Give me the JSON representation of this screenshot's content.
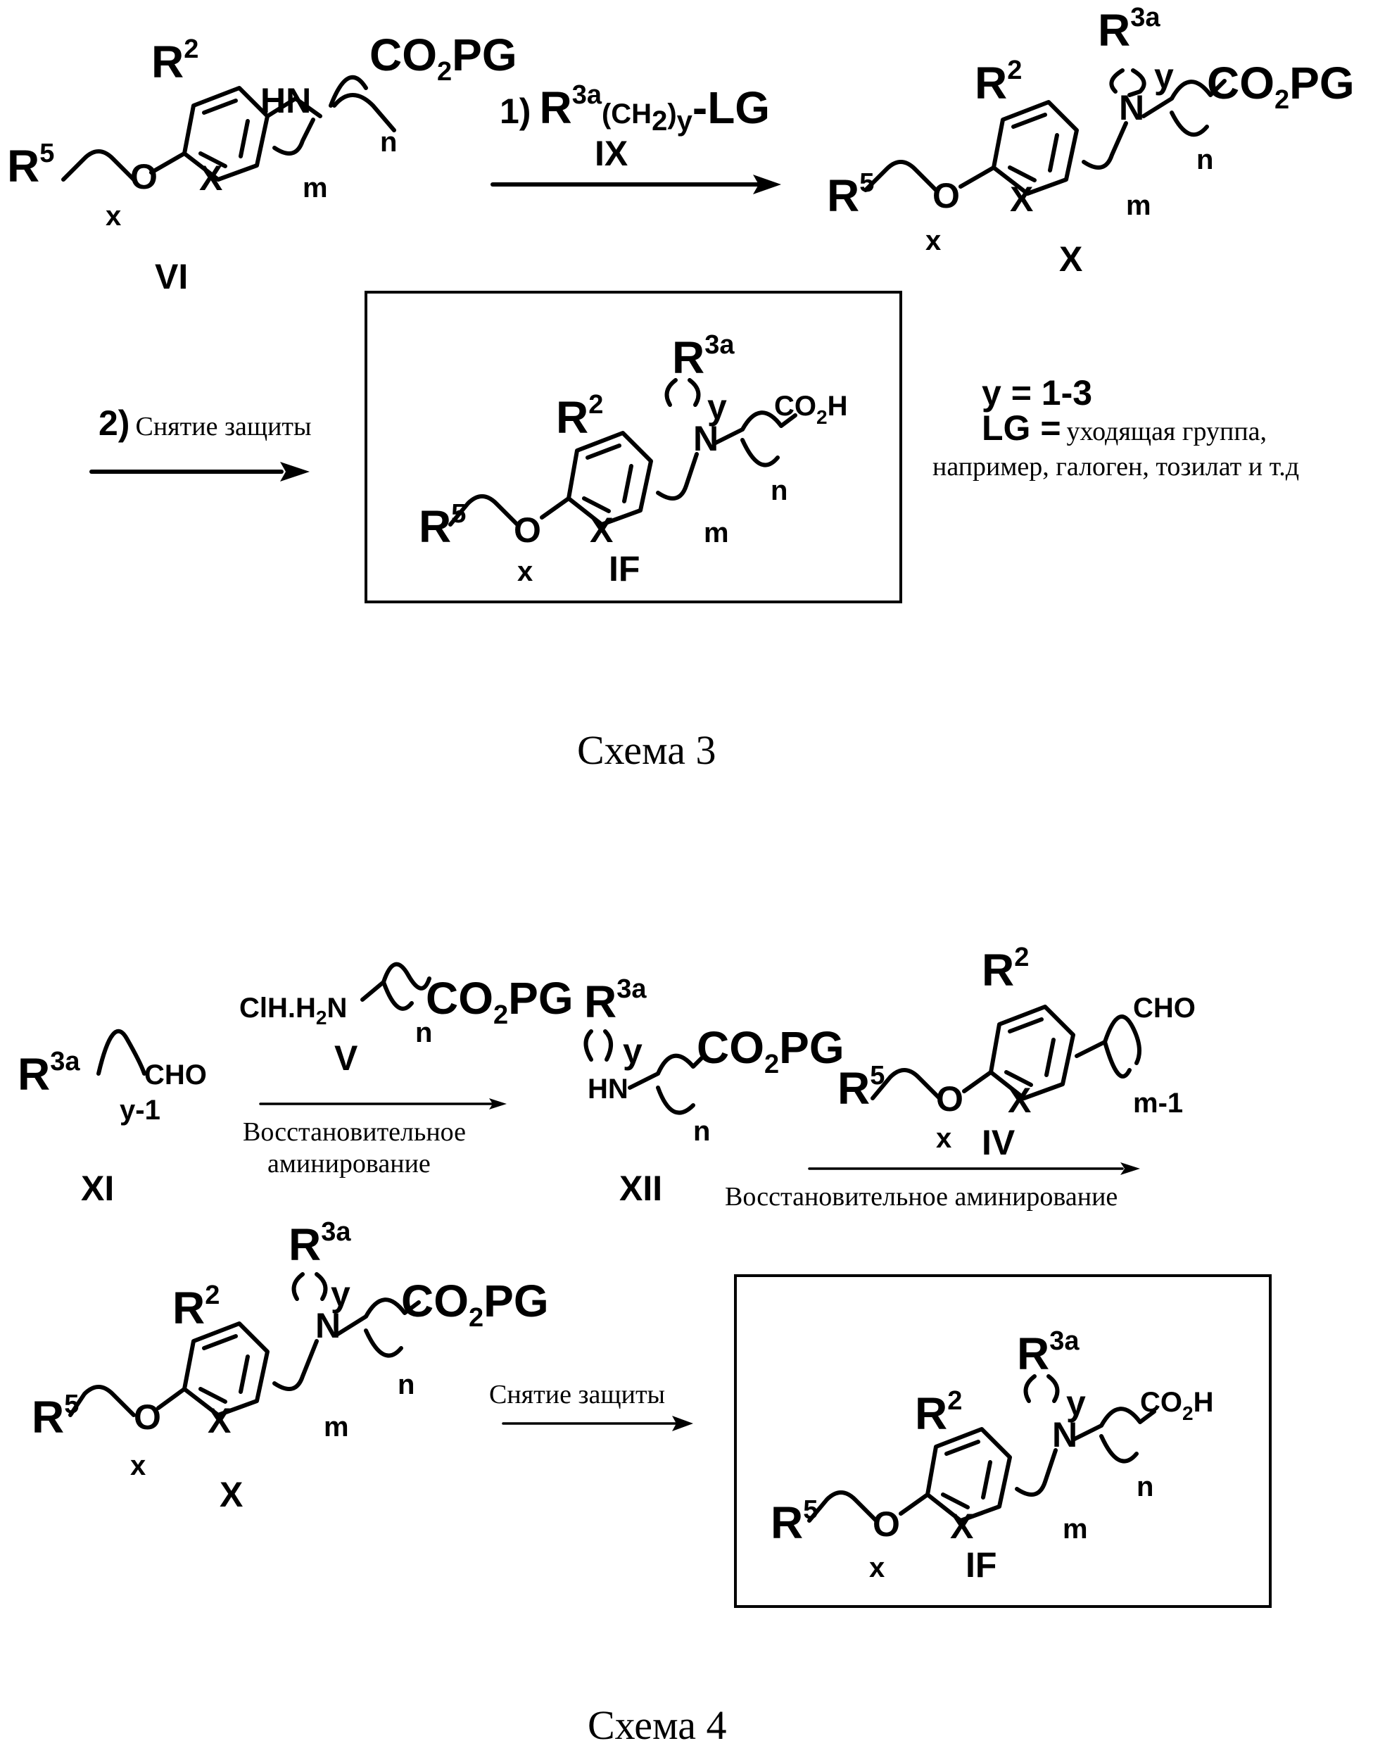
{
  "schemes": [
    {
      "caption": "Схема 3",
      "compounds": {
        "VI": {
          "id": "VI",
          "r5": "R",
          "r5_sup": "5",
          "r2": "R",
          "r2_sup": "2",
          "o": "O",
          "x_ring": "X",
          "x_idx": "x",
          "m_idx": "m",
          "n_idx": "n",
          "amine": "HN",
          "ester_a": "CO",
          "ester_sub": "2",
          "ester_b": "PG"
        },
        "X": {
          "id": "X",
          "r5": "R",
          "r5_sup": "5",
          "r2": "R",
          "r2_sup": "2",
          "r3a": "R",
          "r3a_sup": "3a",
          "o": "O",
          "x_ring": "X",
          "x_idx": "x",
          "m_idx": "m",
          "n_idx": "n",
          "y_idx": "y",
          "amine": "N",
          "ester_a": "CO",
          "ester_sub": "2",
          "ester_b": "PG"
        },
        "IF": {
          "id": "IF",
          "r5": "R",
          "r5_sup": "5",
          "r2": "R",
          "r2_sup": "2",
          "r3a": "R",
          "r3a_sup": "3a",
          "o": "O",
          "x_ring": "X",
          "x_idx": "x",
          "m_idx": "m",
          "n_idx": "n",
          "y_idx": "y",
          "amine": "N",
          "acid_a": "CO",
          "acid_sub": "2",
          "acid_b": "H"
        }
      },
      "step1": {
        "num": "1)",
        "reagent_a": "R",
        "reagent_sup": "3a",
        "reagent_b": "(CH",
        "reagent_sub": "2",
        "reagent_c": ")",
        "reagent_y": "y",
        "reagent_d": "-LG",
        "reagent_id": "IX"
      },
      "step2": {
        "num": "2)",
        "text": "Снятие защиты"
      },
      "notes": {
        "y_def": "y = 1-3",
        "lg_key": "LG =",
        "lg_text": "уходящая группа,",
        "lg_text2": "например, галоген, тозилат и т.д"
      }
    },
    {
      "caption": "Схема 4",
      "compounds": {
        "XI": {
          "id": "XI",
          "r3a": "R",
          "r3a_sup": "3a",
          "cho": "CHO",
          "y1": "y-1"
        },
        "V": {
          "id": "V",
          "salt": "ClH.H",
          "salt_sub": "2",
          "salt_n": "N",
          "ester_a": "CO",
          "ester_sub": "2",
          "ester_b": "PG",
          "n_idx": "n"
        },
        "XII": {
          "id": "XII",
          "r3a": "R",
          "r3a_sup": "3a",
          "y_idx": "y",
          "amine": "HN",
          "ester_a": "CO",
          "ester_sub": "2",
          "ester_b": "PG",
          "n_idx": "n"
        },
        "IV": {
          "id": "IV",
          "r5": "R",
          "r5_sup": "5",
          "r2": "R",
          "r2_sup": "2",
          "o": "O",
          "x_ring": "X",
          "x_idx": "x",
          "cho": "CHO",
          "m1": "m-1"
        },
        "X": {
          "id": "X",
          "r5": "R",
          "r5_sup": "5",
          "r2": "R",
          "r2_sup": "2",
          "r3a": "R",
          "r3a_sup": "3a",
          "o": "O",
          "x_ring": "X",
          "x_idx": "x",
          "m_idx": "m",
          "n_idx": "n",
          "y_idx": "y",
          "amine": "N",
          "ester_a": "CO",
          "ester_sub": "2",
          "ester_b": "PG"
        },
        "IF": {
          "id": "IF",
          "r5": "R",
          "r5_sup": "5",
          "r2": "R",
          "r2_sup": "2",
          "r3a": "R",
          "r3a_sup": "3a",
          "o": "O",
          "x_ring": "X",
          "x_idx": "x",
          "m_idx": "m",
          "n_idx": "n",
          "y_idx": "y",
          "amine": "N",
          "acid_a": "CO",
          "acid_sub": "2",
          "acid_b": "H"
        }
      },
      "arrow1": {
        "line1": "Восстановительное",
        "line2": "аминирование"
      },
      "arrow2": {
        "text": "Восстановительное аминирование"
      },
      "arrow3": {
        "text": "Снятие защиты"
      }
    }
  ]
}
